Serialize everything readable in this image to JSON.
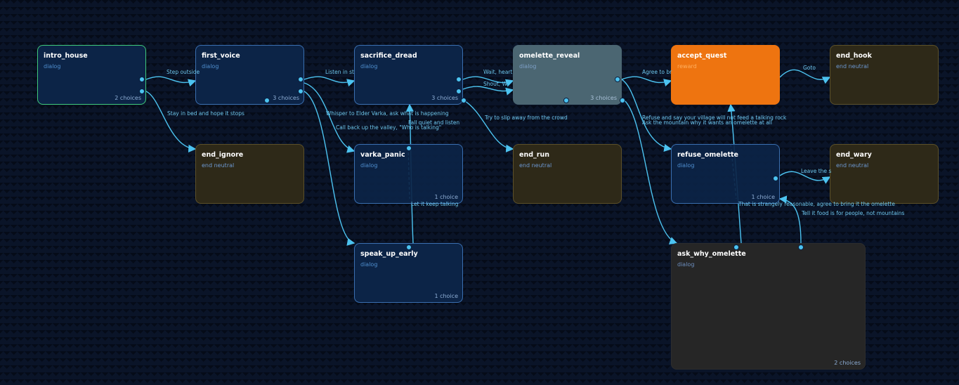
{
  "nodes": {
    "intro_house": {
      "title": "intro_house",
      "type": "dialog",
      "choices": "2 choices"
    },
    "first_voice": {
      "title": "first_voice",
      "type": "dialog",
      "choices": "3 choices"
    },
    "sacrifice_dread": {
      "title": "sacrifice_dread",
      "type": "dialog",
      "choices": "3 choices"
    },
    "omelette_reveal": {
      "title": "omelette_reveal",
      "type": "dialog",
      "choices": "3 choices"
    },
    "accept_quest": {
      "title": "accept_quest",
      "type": "reward"
    },
    "end_hook": {
      "title": "end_hook",
      "type": "end neutral"
    },
    "end_ignore": {
      "title": "end_ignore",
      "type": "end neutral"
    },
    "varka_panic": {
      "title": "varka_panic",
      "type": "dialog",
      "choices": "1 choice"
    },
    "end_run": {
      "title": "end_run",
      "type": "end neutral"
    },
    "refuse_omelette": {
      "title": "refuse_omelette",
      "type": "dialog",
      "choices": "1 choice"
    },
    "end_wary": {
      "title": "end_wary",
      "type": "end neutral"
    },
    "speak_up_early": {
      "title": "speak_up_early",
      "type": "dialog",
      "choices": "1 choice"
    },
    "ask_why_omelette": {
      "title": "ask_why_omelette",
      "type": "dialog",
      "choices": "2 choices"
    }
  },
  "edges": {
    "e1": "Step outside",
    "e2": "Stay in bed and hope it stops",
    "e3": "Listen in st",
    "e4": "Whisper to Elder Varka, ask what is happening",
    "e5": "Call back up the valley, \"Who is talking\"",
    "e6": "Wait, heart",
    "e7": "Shout, W",
    "e8": "Try to slip away from the crowd",
    "e9": "Fall quiet and listen",
    "e10": "Let it keep talking",
    "e11": "Agree to br",
    "e12": "Refuse and say your village will not feed a talking rock",
    "e13": "Ask the mountain why it wants an omelette at all",
    "e14": "Goto",
    "e15": "Leave the s",
    "e16": "That is strangely reasonable, agree to bring it the omelette",
    "e17": "Tell it food is for people, not mountains"
  }
}
